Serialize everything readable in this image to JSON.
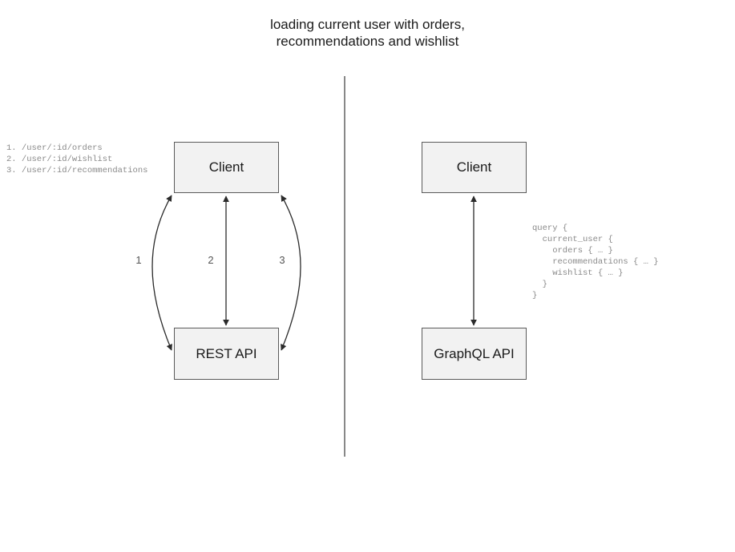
{
  "title": "loading current user with orders,\nrecommendations and wishlist",
  "left_panel": {
    "kind": "REST",
    "client_label": "Client",
    "api_label": "REST API",
    "endpoints_note": "1. /user/:id/orders\n2. /user/:id/wishlist\n3. /user/:id/recommendations",
    "edge_labels": [
      "1",
      "2",
      "3"
    ]
  },
  "right_panel": {
    "kind": "GraphQL",
    "client_label": "Client",
    "api_label": "GraphQL API",
    "query_note": "query {\n  current_user {\n    orders { … }\n    recommendations { … }\n    wishlist { … }\n  }\n}"
  },
  "colors": {
    "background": "#ffffff",
    "box_fill": "#f2f2f2",
    "box_border": "#5a5a5a",
    "text": "#1a1a1a",
    "muted_text": "#8a8a8a",
    "edge": "#2b2b2b",
    "divider": "#6b6b6b"
  }
}
